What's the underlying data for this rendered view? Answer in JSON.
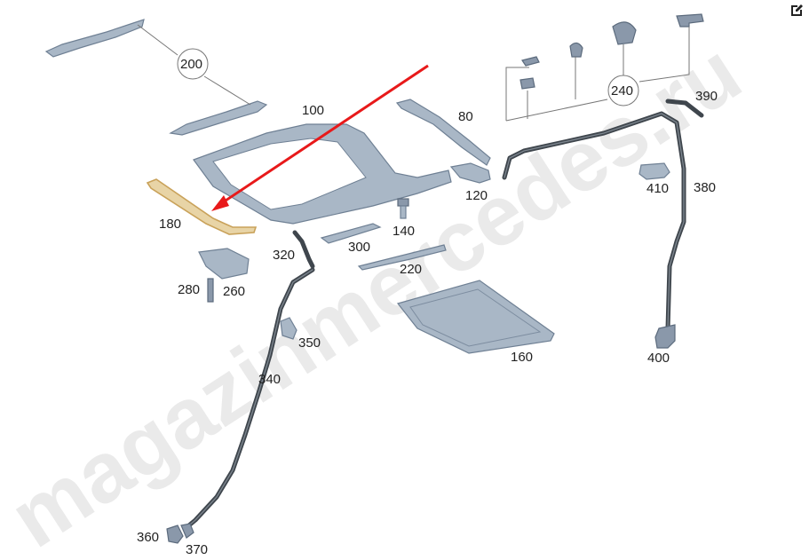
{
  "watermark": "magazinmercedes.ru",
  "parts": [
    {
      "id": "200",
      "label": "200"
    },
    {
      "id": "100",
      "label": "100"
    },
    {
      "id": "80",
      "label": "80"
    },
    {
      "id": "240",
      "label": "240"
    },
    {
      "id": "390",
      "label": "390"
    },
    {
      "id": "380",
      "label": "380"
    },
    {
      "id": "410",
      "label": "410"
    },
    {
      "id": "400",
      "label": "400"
    },
    {
      "id": "120",
      "label": "120"
    },
    {
      "id": "180",
      "label": "180"
    },
    {
      "id": "140",
      "label": "140"
    },
    {
      "id": "300",
      "label": "300"
    },
    {
      "id": "320",
      "label": "320"
    },
    {
      "id": "220",
      "label": "220"
    },
    {
      "id": "280",
      "label": "280"
    },
    {
      "id": "260",
      "label": "260"
    },
    {
      "id": "350",
      "label": "350"
    },
    {
      "id": "160",
      "label": "160"
    },
    {
      "id": "340",
      "label": "340"
    },
    {
      "id": "360",
      "label": "360"
    },
    {
      "id": "370",
      "label": "370"
    }
  ],
  "colors": {
    "arrow": "#e8191a",
    "part": "#a9b7c6",
    "hose": "#3f464d",
    "highlight": "#c9a25a"
  },
  "icons": {
    "edit": "edit-icon"
  }
}
